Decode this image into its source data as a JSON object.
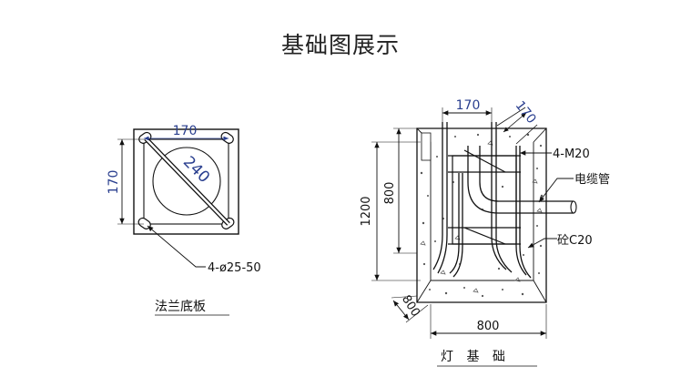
{
  "title": "基础图展示",
  "flange": {
    "caption": "法兰底板",
    "dim_top": "170",
    "dim_left": "170",
    "dim_diag": "240",
    "hole_note": "4-ø25-50"
  },
  "foundation": {
    "caption": "灯 基 础",
    "dim_top": "170",
    "dim_top_angled": "170",
    "dim_height_total": "1200",
    "dim_height_inner": "800",
    "dim_width": "800",
    "dim_depth": "800",
    "label_bolts": "4-M20",
    "label_pipe": "电缆管",
    "label_concrete": "砼C20"
  }
}
